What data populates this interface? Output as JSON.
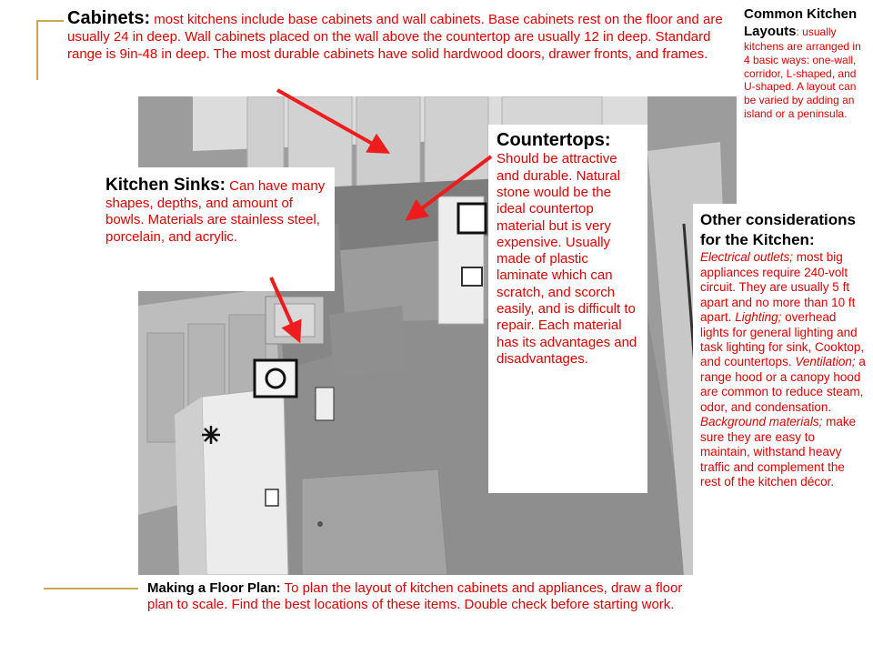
{
  "cabinets": {
    "heading": "Cabinets:",
    "body": " most kitchens include base cabinets and wall cabinets.  Base cabinets rest on the floor and are usually 24 in deep.  Wall cabinets placed on the wall above the countertop are usually 12 in deep.  Standard range is 9in-48 in deep.   The most durable cabinets have solid hardwood doors, drawer fronts, and frames."
  },
  "layouts": {
    "heading": "Common Kitchen Layouts",
    "body": ": usually kitchens are arranged in 4 basic ways: one-wall, corridor, L-shaped, and U-shaped.  A layout can be varied by adding  an island or a peninsula."
  },
  "sinks": {
    "heading": "Kitchen Sinks:",
    "body": " Can have many shapes, depths, and amount of bowls.  Materials are stainless steel, porcelain, and acrylic."
  },
  "countertops": {
    "heading": "Countertops:",
    "body": "Should be attractive and durable.  Natural stone would be the ideal  countertop material but is very expensive.  Usually made of plastic laminate which can scratch, and scorch easily, and is difficult to repair.  Each material has its advantages and disadvantages."
  },
  "other": {
    "heading": "Other considerations for the Kitchen:",
    "electrical_label": "Electrical outlets;",
    "electrical_text": "  most big appliances require 240-volt circuit.  They are usually 5 ft apart and no more than 10 ft apart.",
    "lighting_label": "Lighting;",
    "lighting_text": " overhead lights for general  lighting and task lighting for sink, Cooktop, and countertops.",
    "ventilation_label": "Ventilation;",
    "ventilation_text": " a range hood or a canopy hood are common to reduce steam, odor, and condensation.",
    "background_label": "Background materials;",
    "background_text": " make sure they are easy to maintain, withstand heavy traffic and complement the rest of the kitchen décor."
  },
  "floorplan": {
    "heading": "Making a Floor Plan:",
    "body": " To plan the layout of kitchen cabinets and appliances, draw a floor plan to scale.  Find the best locations of these items.  Double check before starting work."
  },
  "colors": {
    "heading": "#000000",
    "body": "#e00000",
    "arrow": "#ee1c1c",
    "accent_line": "#c8a84b"
  }
}
